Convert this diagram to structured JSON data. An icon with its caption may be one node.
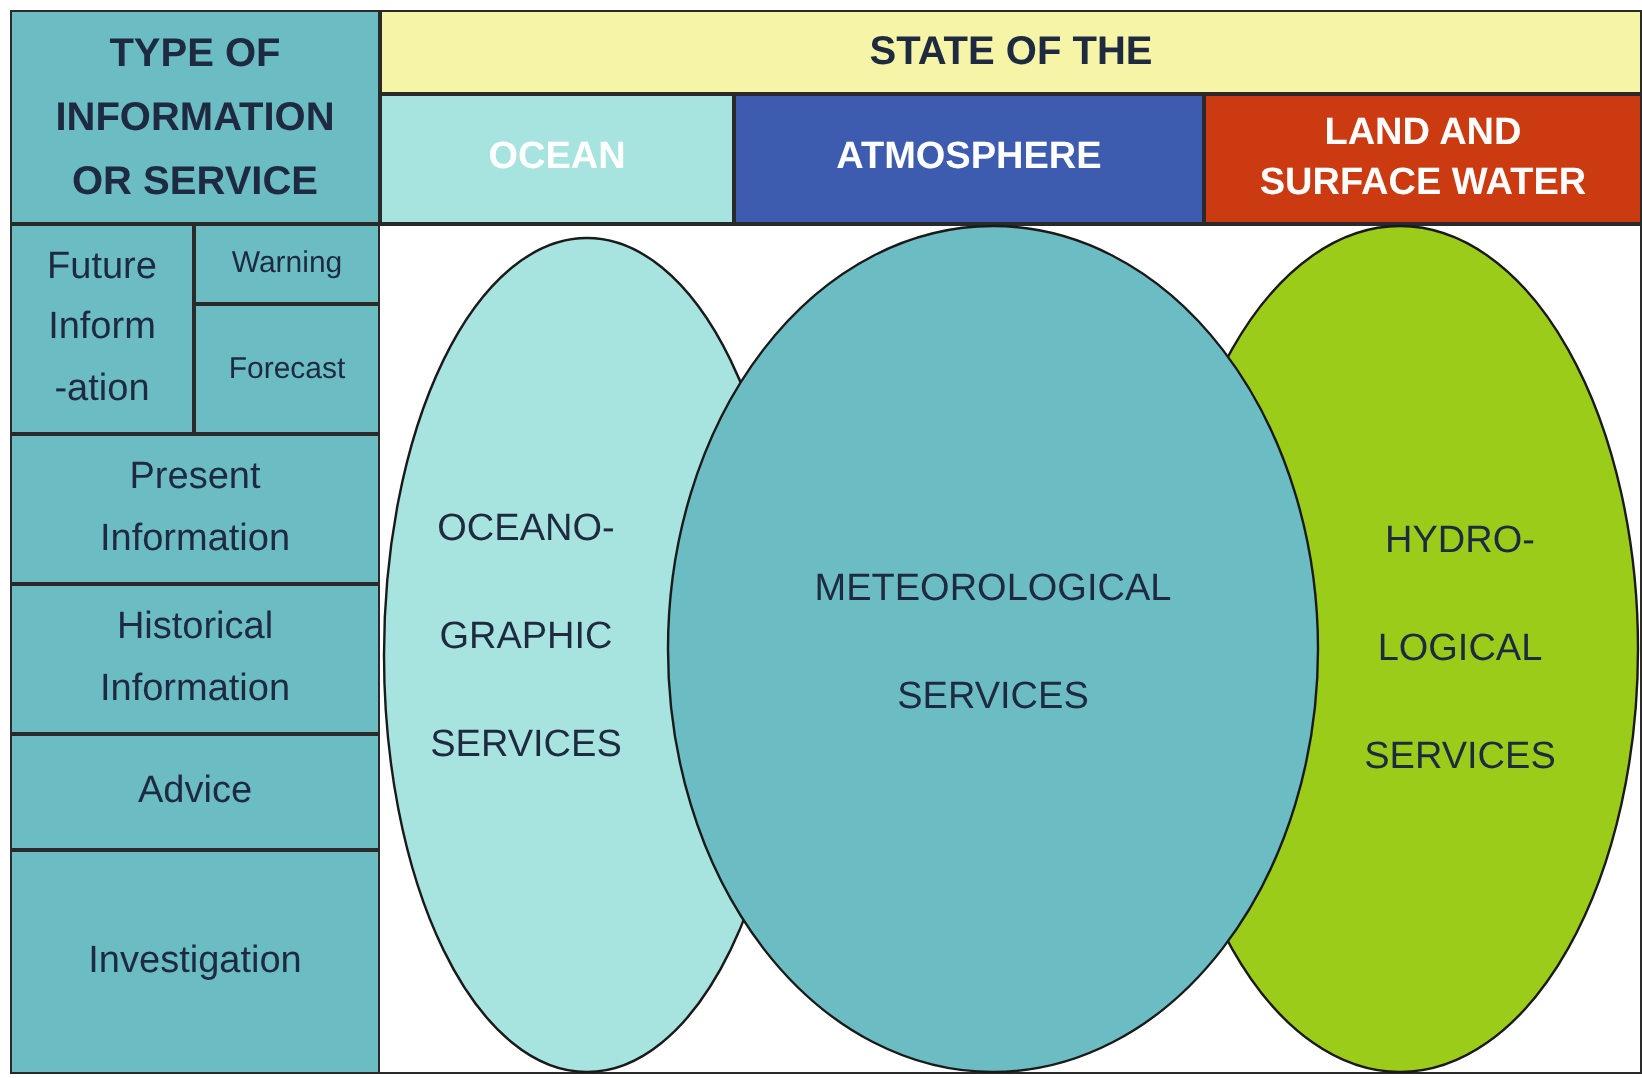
{
  "diagram": {
    "nodes": [
      {
        "text": [
          "TYPE OF INFORMATION OR SERVICE"
        ]
      },
      {
        "text": [
          "STATE OF THE"
        ]
      },
      {
        "text": [
          "OCEAN"
        ]
      },
      {
        "text": [
          "ATMOSPHERE"
        ]
      },
      {
        "text": [
          "LAND AND SURFACE WATER"
        ]
      },
      {
        "text": [
          "Future Inform -ation"
        ]
      },
      {
        "text": [
          "Warning"
        ]
      },
      {
        "text": [
          "Forecast"
        ]
      },
      {
        "text": [
          "Present Information"
        ]
      },
      {
        "text": [
          "Historical Information"
        ]
      },
      {
        "text": [
          "Advice"
        ]
      },
      {
        "text": [
          "Investigation"
        ]
      },
      {
        "text": [
          "OCEANO- GRAPHIC SERVICES"
        ]
      },
      {
        "text": [
          "METEOROLOGICAL SERVICES"
        ]
      },
      {
        "text": [
          "HYDRO- LOGICAL SERVICES"
        ]
      }
    ]
  }
}
